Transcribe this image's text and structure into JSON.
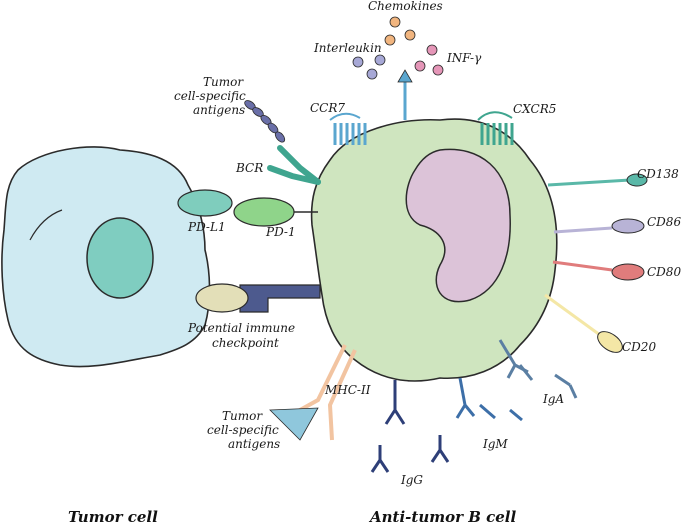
{
  "captions": {
    "tumor_cell": "Tumor cell",
    "b_cell": "Anti-tumor B cell"
  },
  "labels": {
    "chemokines": "Chemokines",
    "interleukin": "Interleukin",
    "inf_gamma": "INF-γ",
    "tumor_antigens_top_1": "Tumor",
    "tumor_antigens_top_2": "cell-specific",
    "tumor_antigens_top_3": "antigens",
    "ccr7": "CCR7",
    "cxcr5": "CXCR5",
    "bcr": "BCR",
    "pd_l1": "PD-L1",
    "pd_1": "PD-1",
    "cd138": "CD138",
    "cd86": "CD86",
    "cd80": "CD80",
    "cd20": "CD20",
    "checkpoint_1": "Potential immune",
    "checkpoint_2": "checkpoint",
    "mhc_ii": "MHC-II",
    "tumor_antigens_bottom_1": "Tumor",
    "tumor_antigens_bottom_2": "cell-specific",
    "tumor_antigens_bottom_3": "antigens",
    "iga": "IgA",
    "igm": "IgM",
    "igg": "IgG"
  },
  "colors": {
    "tumor_fill": "#cfeaf2",
    "tumor_nucleus": "#7fcdc0",
    "b_cell_fill": "#cfe5bf",
    "b_cell_nucleus": "#dcc3d8",
    "pd_l1": "#7fcdbd",
    "pd_1": "#8fd48a",
    "checkpoint_receptor": "#4d5a8e",
    "checkpoint_ligand": "#e3dfb8",
    "ccr7": "#5aa6cf",
    "cxcr5": "#3fa58f",
    "cd138": "#5ab8a8",
    "cd86": "#b8b3d6",
    "cd80": "#e07c7c",
    "cd20": "#f4e7a6",
    "mhc_ii": "#f2c4a1",
    "igg": "#2e3f78",
    "igm": "#3d6fa8",
    "iga": "#5b7fa3",
    "chemokines": "#f1b57f",
    "interleukin": "#a7a8d6",
    "inf_gamma": "#e596b8"
  },
  "icons": [
    "antibody-icon",
    "receptor-icon",
    "antigen-icon",
    "arrow-icon"
  ]
}
